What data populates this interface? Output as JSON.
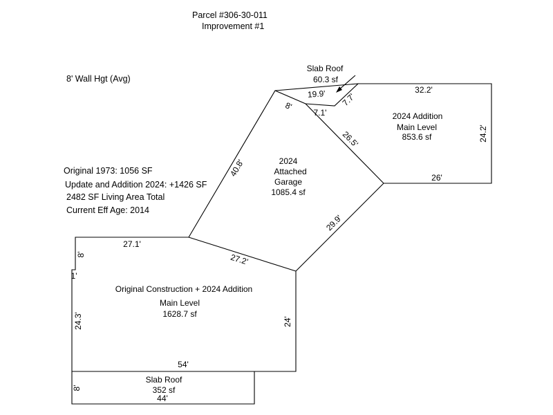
{
  "header": {
    "parcel": "Parcel #306-30-011",
    "improvement": "Improvement #1"
  },
  "notes": {
    "wall_height": "8' Wall Hgt (Avg)",
    "original": "Original 1973: 1056 SF",
    "update": "Update and Addition 2024: +1426 SF",
    "living_total": "2482 SF Living Area Total",
    "eff_age": "Current Eff Age: 2014"
  },
  "areas": {
    "slab_roof_top": {
      "title": "Slab Roof",
      "area": "60.3 sf"
    },
    "addition_2024": {
      "line1": "2024 Addition",
      "line2": "Main Level",
      "area": "853.6 sf"
    },
    "garage": {
      "line1": "2024",
      "line2": "Attached",
      "line3": "Garage",
      "area": "1085.4 sf"
    },
    "main": {
      "line1": "Original Construction + 2024 Addition",
      "line2": "Main Level",
      "area": "1628.7 sf"
    },
    "slab_roof_bottom": {
      "title": "Slab Roof",
      "area": "352 sf"
    }
  },
  "dimensions": {
    "d_19_9": "19.9'",
    "d_7_7": "7.7'",
    "d_8_top": "8'",
    "d_7_1": "7.1'",
    "d_32_2": "32.2'",
    "d_24_2": "24.2'",
    "d_26_5": "26.5'",
    "d_26": "26'",
    "d_40_8": "40.8'",
    "d_29_9": "29.9'",
    "d_27_1": "27.1'",
    "d_27_2": "27.2'",
    "d_8_left": "8'",
    "d_1": "1'",
    "d_24_3": "24.3'",
    "d_24": "24'",
    "d_54": "54'",
    "d_8_bottom": "8'",
    "d_44": "44'"
  }
}
